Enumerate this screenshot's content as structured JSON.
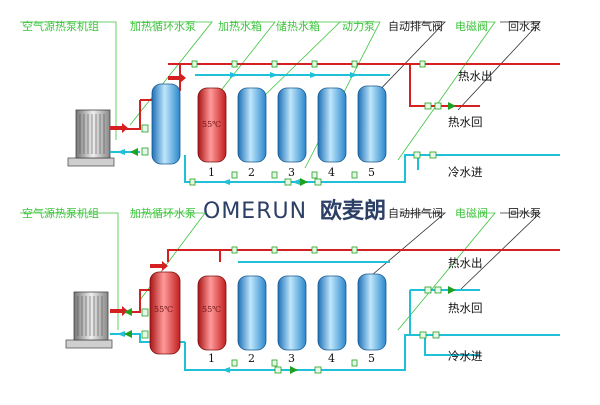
{
  "top": {
    "labels": {
      "air_source_unit": "空气源热泵机组",
      "heating_circ_pump": "加热循环水泵",
      "heating_tank": "加热水箱",
      "storage_tank": "储热水箱",
      "power_pump": "动力泵",
      "auto_vent_valve": "自动排气阀",
      "solenoid_valve": "电磁阀",
      "return_pump": "回水泵"
    },
    "outlets": {
      "hot_out": "热水出",
      "hot_return": "热水回",
      "cold_in": "冷水进"
    },
    "temperature": "55℃",
    "tank_numbers": [
      "1",
      "2",
      "3",
      "4",
      "5"
    ]
  },
  "bottom": {
    "labels": {
      "air_source_unit": "空气源热泵机组",
      "heating_circ_pump": "加热循环水泵",
      "auto_vent_valve": "自动排气阀",
      "solenoid_valve": "电磁阀",
      "return_pump": "回水泵"
    },
    "outlets": {
      "hot_out": "热水出",
      "hot_return": "热水回",
      "cold_in": "冷水进"
    },
    "temperatures": [
      "55℃",
      "55℃"
    ],
    "tank_numbers": [
      "1",
      "2",
      "3",
      "4",
      "5"
    ]
  },
  "watermark": {
    "latin": "OMERUN",
    "chinese": "欧麦朗",
    "color": "#2c3f66"
  },
  "colors": {
    "hot_pipe": "#d42020",
    "cold_pipe": "#20c0d8",
    "leader_green": "#3cc43c",
    "tank_blue": "#3aa0e0",
    "tank_red": "#e03030",
    "pump_green": "#20a020"
  }
}
